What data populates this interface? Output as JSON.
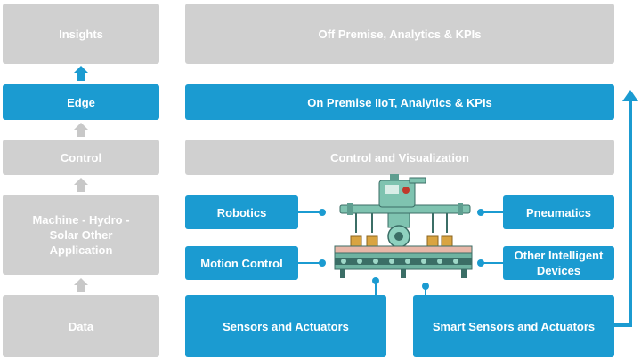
{
  "left_column": {
    "insights": "Insights",
    "edge": "Edge",
    "control": "Control",
    "application": "Machine - Hydro - Solar  Other Application",
    "data": "Data"
  },
  "right_column": {
    "off_premise": "Off Premise, Analytics & KPIs",
    "on_premise": "On Premise IIoT, Analytics & KPIs",
    "control_visualization": "Control and Visualization",
    "robotics": "Robotics",
    "motion_control": "Motion Control",
    "pneumatics": "Pneumatics",
    "other_devices": "Other Intelligent Devices",
    "sensors_actuators": "Sensors and Actuators",
    "smart_sensors": "Smart Sensors and Actuators"
  },
  "colors": {
    "gray": "#d0d0d0",
    "blue": "#1b9bd1",
    "arrow_gray": "#c8c8c8",
    "line_blue": "#1b9bd1"
  },
  "icons": {
    "factory": "robotic-conveyor-illustration"
  }
}
